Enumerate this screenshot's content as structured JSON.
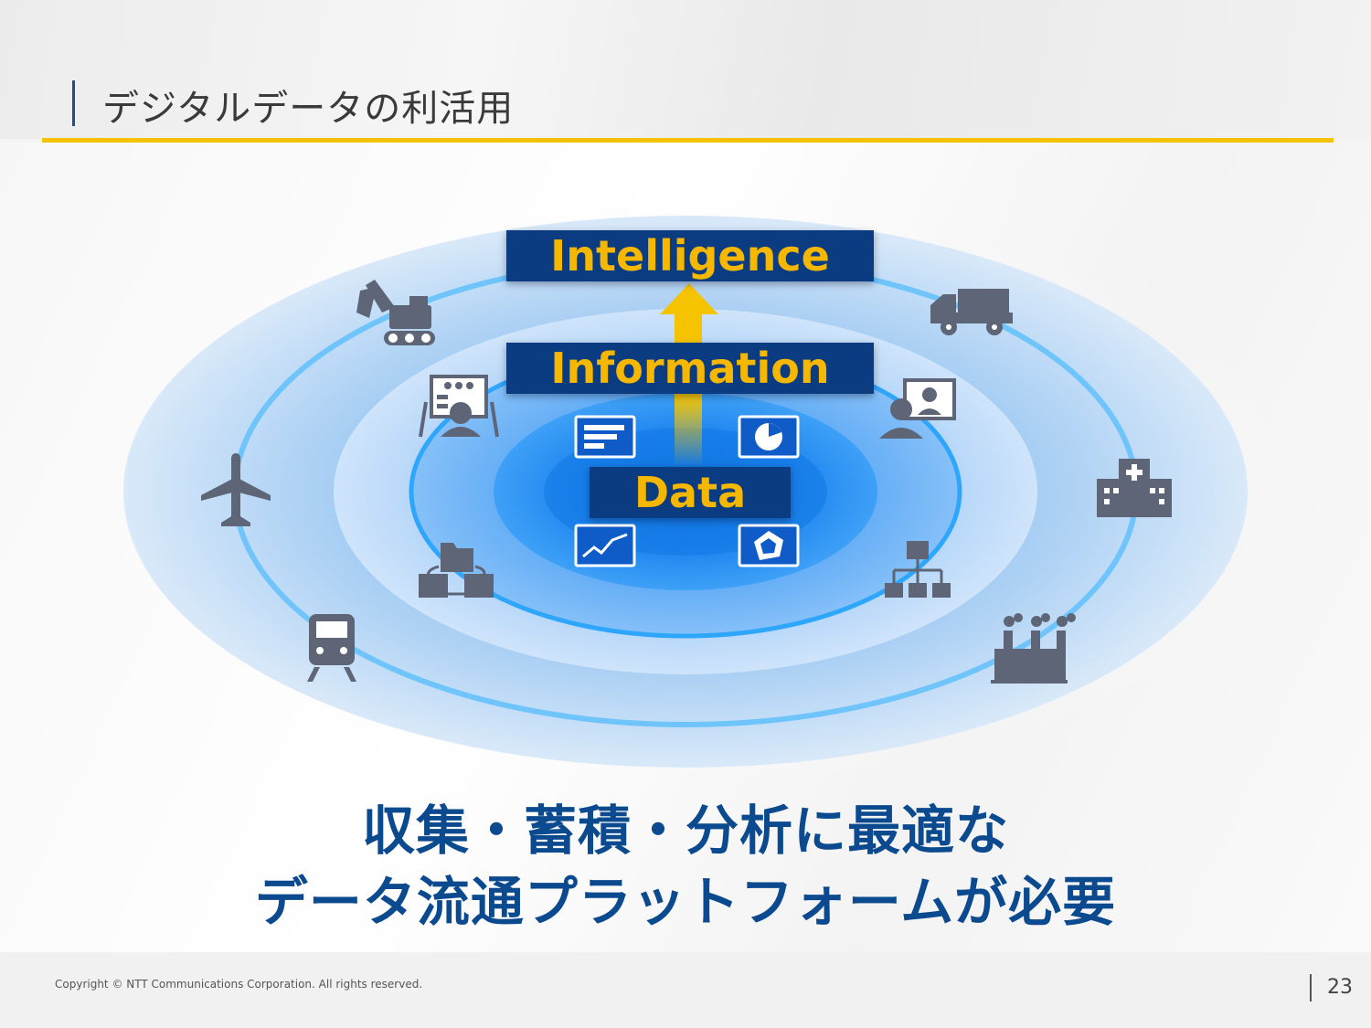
{
  "header": {
    "title": "デジタルデータの利活用"
  },
  "diagram": {
    "layers": {
      "intelligence": "Intelligence",
      "information": "Information",
      "data": "Data"
    },
    "colors": {
      "accent_yellow": "#f3c300",
      "box_navy": "#0b3c82",
      "label_gold": "#f5b700",
      "icon_gray": "#5d6576"
    },
    "outer_icons": [
      "excavator-icon",
      "truck-icon",
      "airplane-icon",
      "hospital-icon",
      "train-icon",
      "factory-icon"
    ],
    "inner_icons": [
      "control-room-operator-icon",
      "video-conference-icon",
      "folder-network-icon",
      "org-hierarchy-icon"
    ],
    "data_icons": [
      "document-chart-icon",
      "pie-chart-icon",
      "line-chart-icon",
      "radar-chart-icon"
    ]
  },
  "message": {
    "line1": "収集・蓄積・分析に最適な",
    "line2": "データ流通プラットフォームが必要"
  },
  "footer": {
    "copyright": "Copyright © NTT Communications Corporation. All rights reserved.",
    "page_number": "23"
  }
}
